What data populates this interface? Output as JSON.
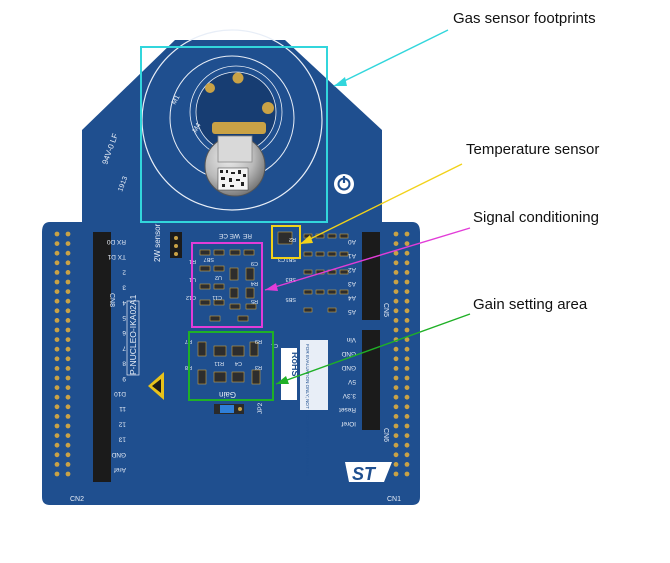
{
  "callouts": {
    "gas": {
      "label": "Gas sensor footprints",
      "color": "#32d6dc"
    },
    "temperature": {
      "label": "Temperature sensor",
      "color": "#f2d21a"
    },
    "signal": {
      "label": "Signal conditioning",
      "color": "#e23cd8"
    },
    "gain": {
      "label": "Gain setting area",
      "color": "#1fb026"
    }
  },
  "board": {
    "model": "P-NUCLEO-IKA02A1",
    "ul_mark": "94V-0 LF",
    "date_code": "1913",
    "connector_left_header": "CN8",
    "connector_left_bottom": "CN2",
    "connector_right_header": "CN6",
    "connector_right_bottom": "CN1",
    "right_top_header": "CN5",
    "jp1": "2W sensor",
    "jp2": "JP2",
    "jp2_label": "Gain",
    "eval_text": "FOR EVALUATION ONLY; NOT FCC APPROVED FOR RESALE",
    "rohs": "RoHS",
    "left_pins": [
      "RX D0",
      "TX D1",
      "2",
      "3",
      "4",
      "5",
      "6",
      "7",
      "8",
      "9",
      "D10",
      "11",
      "12",
      "13",
      "GND",
      "Aref"
    ],
    "right_pins": [
      "A0",
      "A1",
      "A2",
      "A3",
      "A4",
      "A5",
      "",
      "Vin",
      "GND",
      "GND",
      "5V",
      "3.3V",
      "Reset",
      "IOref"
    ],
    "refs": [
      "M1",
      "M4",
      "CE",
      "WE",
      "RE",
      "R1",
      "U1",
      "C12",
      "U2",
      "C11",
      "C9",
      "R4",
      "R5",
      "R7",
      "R8",
      "R9",
      "R3",
      "R11",
      "C4",
      "C3",
      "C1",
      "R2",
      "SB1",
      "SB3",
      "SB5",
      "SB7"
    ]
  },
  "colors": {
    "pcb": "#1f4f8f",
    "pcb_dark": "#173d72",
    "silk": "#e8eef7",
    "gold": "#c9a246",
    "header_black": "#1b1b1b"
  }
}
